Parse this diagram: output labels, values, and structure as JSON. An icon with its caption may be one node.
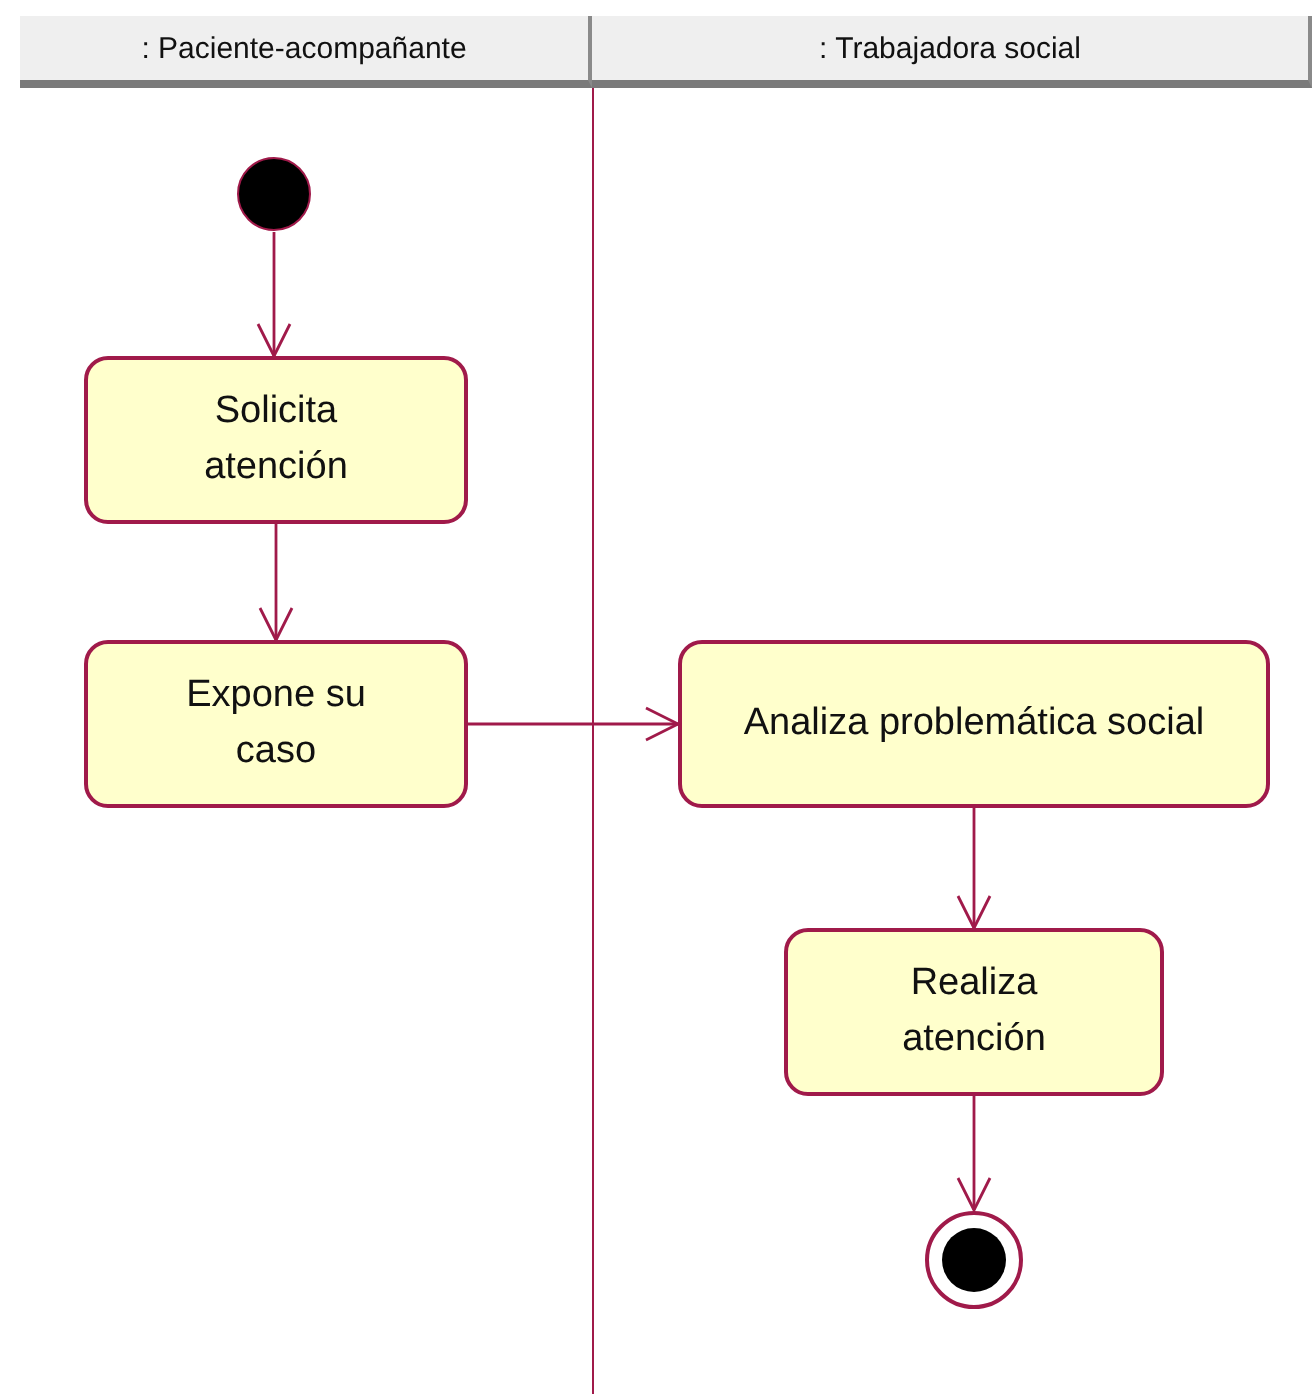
{
  "diagram": {
    "nodes": [
      {
        "text": [
          ": Paciente-acompañante"
        ]
      },
      {
        "text": [
          ": Trabajadora social"
        ]
      },
      {
        "text": [],
        "shape": "circle",
        "in": 0
      },
      {
        "text": [
          "Solicita atención"
        ],
        "in": 0
      },
      {
        "text": [
          "Expone su caso"
        ],
        "in": 0
      },
      {
        "text": [
          "Analiza problemática social"
        ],
        "in": 1
      },
      {
        "text": [
          "Realiza atención"
        ],
        "in": 1
      },
      {
        "text": [],
        "shape": "bullseye",
        "in": 1
      }
    ],
    "edges": [
      {
        "from": 2,
        "to": 3,
        "arrow": "to"
      },
      {
        "from": 3,
        "to": 4,
        "arrow": "to"
      },
      {
        "from": 4,
        "to": 5,
        "arrow": "to"
      },
      {
        "from": 5,
        "to": 6,
        "arrow": "to"
      },
      {
        "from": 6,
        "to": 7,
        "arrow": "to"
      }
    ]
  }
}
